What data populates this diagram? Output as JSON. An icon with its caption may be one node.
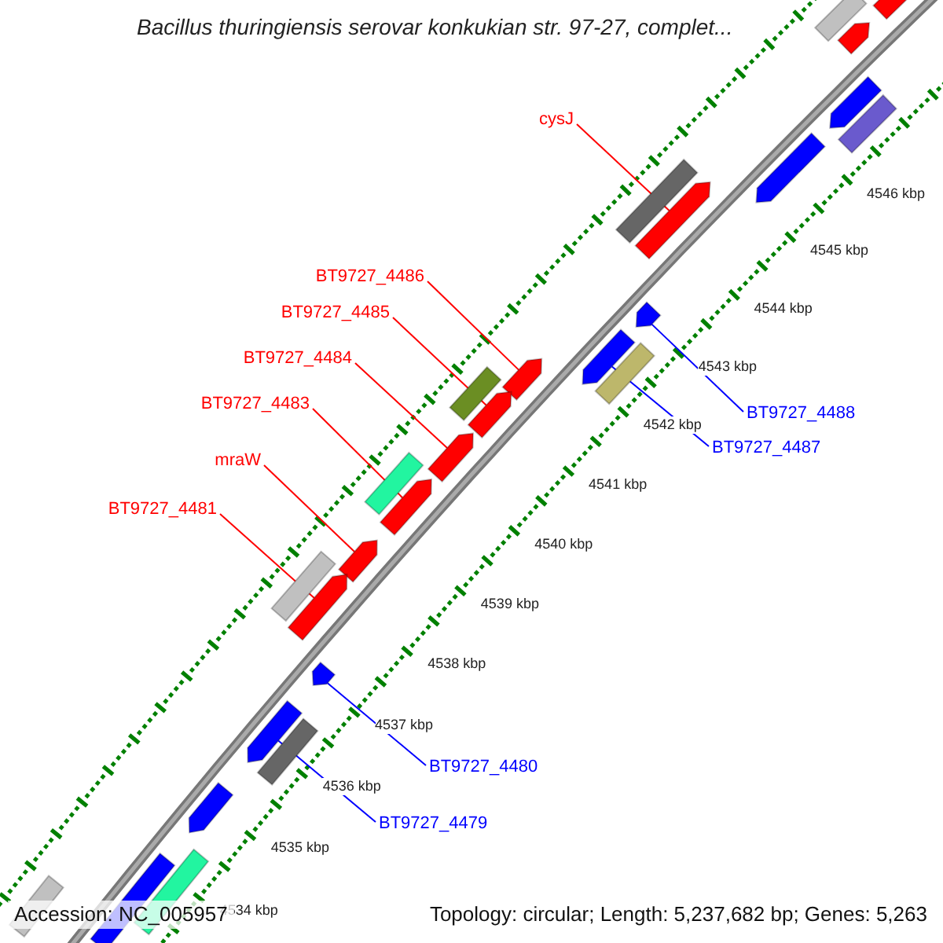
{
  "diagram": {
    "title": "Bacillus thuringiensis serovar konkukian str. 97-27, complet...",
    "nodes": [
      {
        "text": [
          "cysJ"
        ]
      },
      {
        "text": [
          "BT9727_4486"
        ]
      },
      {
        "text": [
          "BT9727_4485"
        ]
      },
      {
        "text": [
          "BT9727_4484"
        ]
      },
      {
        "text": [
          "BT9727_4483"
        ]
      },
      {
        "text": [
          "BT9727_4488"
        ]
      },
      {
        "text": [
          "BT9727_4487"
        ]
      },
      {
        "text": [
          "mraW"
        ]
      },
      {
        "text": [
          "BT9727_4481"
        ]
      },
      {
        "text": [
          "BT9727_4480"
        ]
      },
      {
        "text": [
          "BT9727_4479"
        ]
      },
      {
        "text": [],
        "shape": "arrow"
      },
      {
        "text": [],
        "shape": "arrow"
      },
      {
        "text": [],
        "shape": "arrow"
      },
      {
        "text": [],
        "shape": "arrow"
      },
      {
        "text": [],
        "shape": "arrow"
      },
      {
        "text": [],
        "shape": "arrow"
      },
      {
        "text": [],
        "shape": "arrow"
      },
      {
        "text": [],
        "shape": "arrow"
      },
      {
        "text": [],
        "shape": "arrow"
      },
      {
        "text": [],
        "shape": "arrow"
      },
      {
        "text": [],
        "shape": "arrow"
      },
      {
        "text": [],
        "shape": "arrow"
      },
      {
        "text": [],
        "shape": "box"
      },
      {
        "text": [],
        "shape": "arrow"
      },
      {
        "text": [],
        "shape": "arrow"
      },
      {
        "text": [],
        "shape": "box"
      },
      {
        "text": [],
        "shape": "arrow"
      },
      {
        "text": [],
        "shape": "box"
      },
      {
        "text": [],
        "shape": "box"
      },
      {
        "text": [],
        "shape": "box"
      },
      {
        "text": [],
        "shape": "box"
      },
      {
        "text": [],
        "shape": "box"
      },
      {
        "text": [],
        "shape": "box"
      },
      {
        "text": [],
        "shape": "arrow"
      },
      {
        "text": [],
        "shape": "box"
      },
      {
        "text": [],
        "shape": "box"
      },
      {
        "text": [],
        "shape": "box"
      }
    ],
    "edges": [
      {
        "from": 0,
        "to": 11,
        "arrow": "none"
      },
      {
        "from": 1,
        "to": 12,
        "arrow": "none"
      },
      {
        "from": 2,
        "to": 13,
        "arrow": "none"
      },
      {
        "from": 3,
        "to": 14,
        "arrow": "none"
      },
      {
        "from": 4,
        "to": 15,
        "arrow": "none"
      },
      {
        "from": 5,
        "to": 16,
        "arrow": "none",
        "color": "#0000ff"
      },
      {
        "from": 6,
        "to": 17,
        "arrow": "none",
        "color": "#0000ff"
      },
      {
        "from": 7,
        "to": 18,
        "arrow": "none"
      },
      {
        "from": 8,
        "to": 19,
        "arrow": "none"
      },
      {
        "from": 9,
        "to": 20,
        "arrow": "none",
        "color": "#0000ff"
      },
      {
        "from": 10,
        "to": 21,
        "arrow": "none",
        "color": "#0000ff"
      }
    ],
    "labels": [
      "4546 kbp",
      "4545 kbp",
      "4544 kbp",
      "4543 kbp",
      "4542 kbp",
      "4541 kbp",
      "4540 kbp",
      "4539 kbp",
      "4538 kbp",
      "4537 kbp",
      "4536 kbp",
      "4535 kbp",
      "4534 kbp",
      "Accession: NC_005957",
      "Topology: circular; Length: 5,237,682 bp; Genes: 5,263"
    ]
  }
}
